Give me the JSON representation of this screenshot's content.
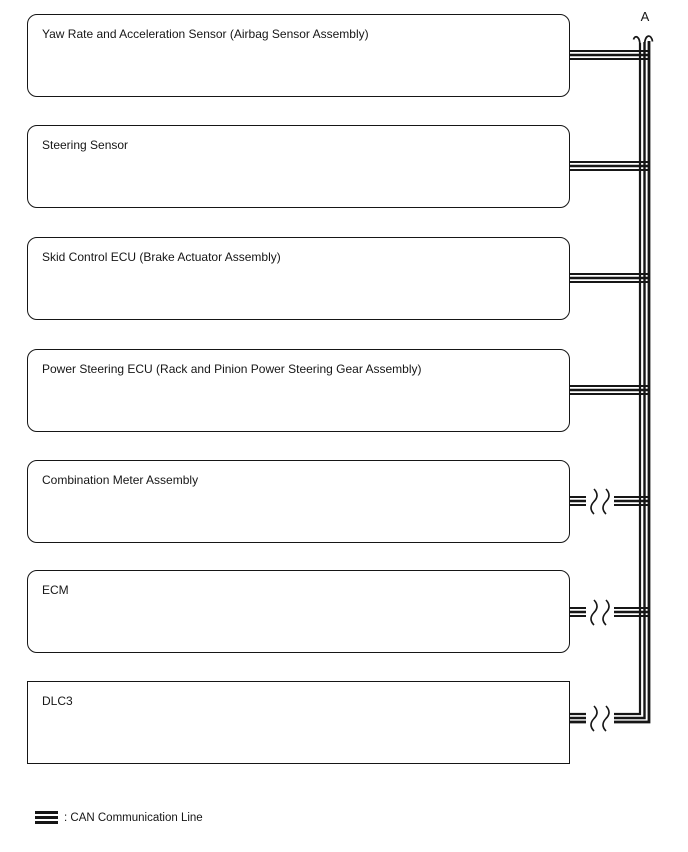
{
  "diagram": {
    "title_hidden": "",
    "nodes": [
      {
        "label": "Yaw Rate and Acceleration Sensor (Airbag Sensor Assembly)",
        "line_break": false
      },
      {
        "label": "Steering Sensor",
        "line_break": false
      },
      {
        "label": "Skid Control ECU (Brake Actuator Assembly)",
        "line_break": false
      },
      {
        "label": "Power Steering ECU (Rack and Pinion Power Steering Gear Assembly)",
        "line_break": false
      },
      {
        "label": "Combination Meter Assembly",
        "line_break": true
      },
      {
        "label": "ECM",
        "line_break": true
      },
      {
        "label": "DLC3",
        "line_break": true
      }
    ],
    "bus": {
      "ref_label": "A",
      "cap_icon": "continuation-arrow-icon",
      "type": "CAN bus trunk, triple-line style"
    },
    "legend": {
      "icon": "can-line-icon",
      "label": ": CAN Communication Line"
    }
  },
  "colors": {
    "line": "#161616",
    "background": "#ffffff"
  }
}
